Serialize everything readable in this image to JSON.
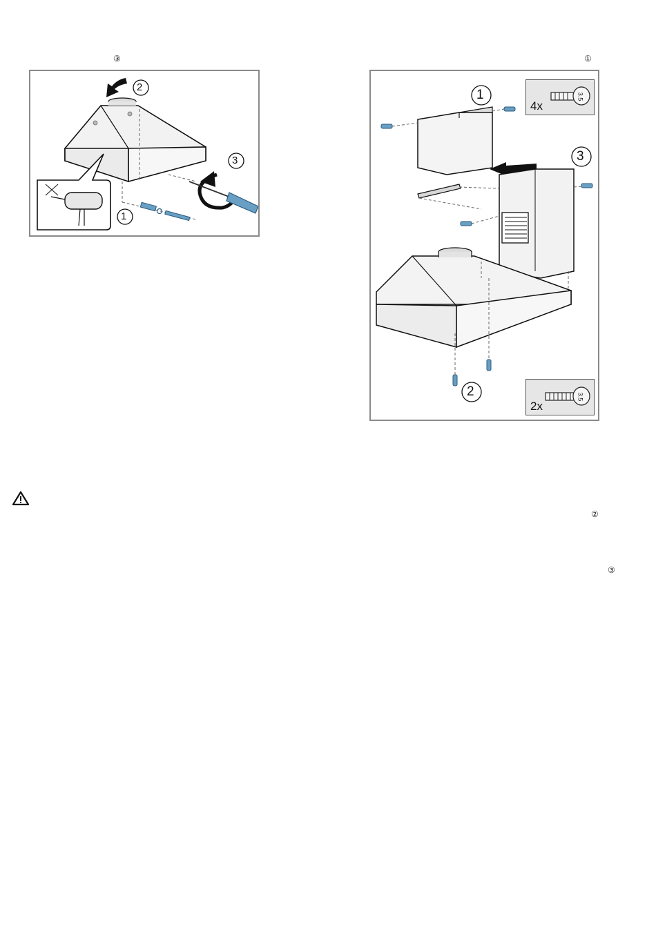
{
  "page": {
    "top_left_step_ref": "③",
    "top_right_step_ref": "①",
    "mid_right_step_ref_a": "②",
    "mid_right_step_ref_b": "③"
  },
  "figure_left": {
    "labels": [
      "1",
      "2",
      "3"
    ]
  },
  "figure_right": {
    "labels": [
      "1",
      "2",
      "3"
    ],
    "screw_box_top_qty": "4x",
    "screw_box_bottom_qty": "2x",
    "screw_head_text": "3.5"
  },
  "icons": {
    "warning": "warning-triangle-icon"
  },
  "colors": {
    "frame": "#8a8a8a",
    "screw_blue": "#6a9fc4",
    "hood_fill": "#f0f0f0",
    "screw_box_bg": "#e6e6e6"
  }
}
